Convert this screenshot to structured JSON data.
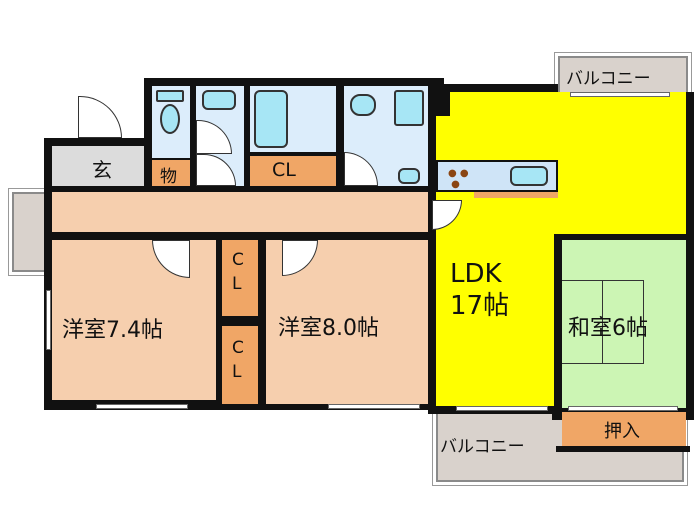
{
  "floor_plan": {
    "rooms": {
      "entrance": {
        "label": "玄"
      },
      "storage": {
        "label": "物"
      },
      "closet_hall": {
        "label": "CL"
      },
      "closet_upper": {
        "label": "C\nL"
      },
      "closet_lower": {
        "label": "C\nL"
      },
      "western_room_1": {
        "label": "洋室7.4帖"
      },
      "western_room_2": {
        "label": "洋室8.0帖"
      },
      "ldk": {
        "label": "LDK\n17帖"
      },
      "japanese_room": {
        "label": "和室6帖"
      },
      "oshiire": {
        "label": "押入"
      },
      "balcony_top": {
        "label": "バルコニー"
      },
      "balcony_bottom": {
        "label": "バルコニー"
      }
    },
    "colors": {
      "ldk": "#ffff00",
      "western_rooms": "#f6cfae",
      "japanese_room": "#ccf5b4",
      "closets": "#f0a666",
      "wet_areas": "#dcedfb",
      "entrance": "#dcdcdc",
      "balcony": "#d9d2cc",
      "walls": "#111111"
    }
  }
}
